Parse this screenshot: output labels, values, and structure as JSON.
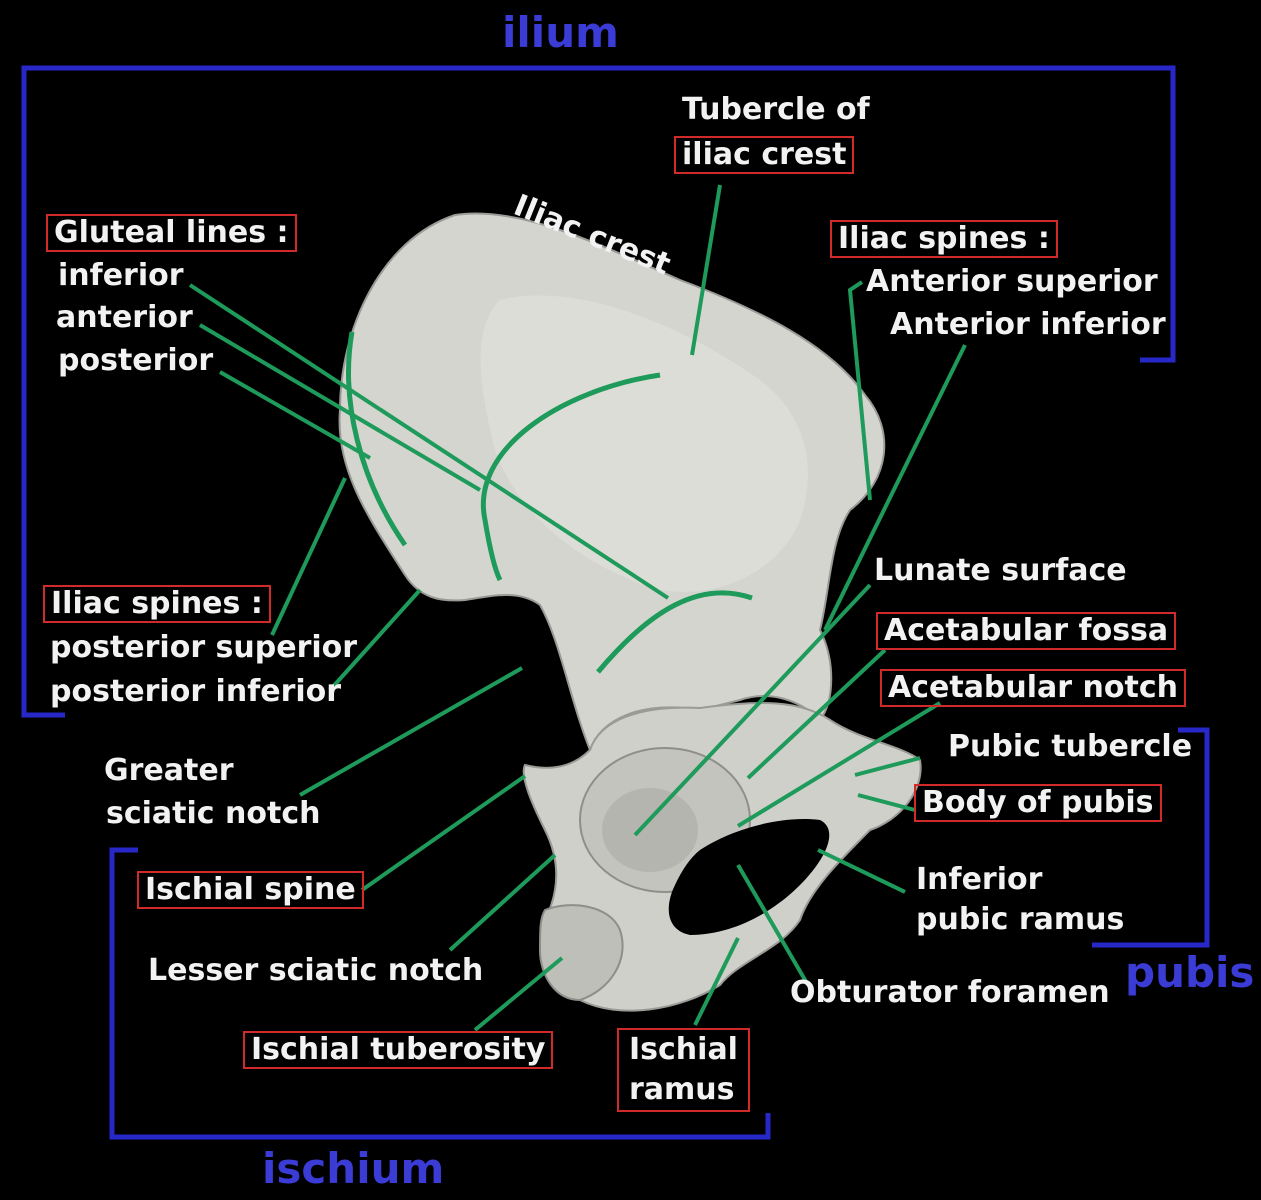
{
  "regions": {
    "ilium": "ilium",
    "ischium": "ischium",
    "pubis": "pubis"
  },
  "labels": {
    "tubercle_line1": "Tubercle of",
    "tubercle_line2": "iliac crest",
    "iliac_crest": "Iliac crest",
    "gluteal_lines": "Gluteal lines :",
    "gluteal_inferior": "inferior",
    "gluteal_anterior": "anterior",
    "gluteal_posterior": "posterior",
    "iliac_spines_right": "Iliac spines :",
    "anterior_superior": "Anterior superior",
    "anterior_inferior": "Anterior inferior",
    "iliac_spines_left": "Iliac spines :",
    "posterior_superior": "posterior superior",
    "posterior_inferior": "posterior inferior",
    "lunate_surface": "Lunate surface",
    "acetabular_fossa": "Acetabular fossa",
    "acetabular_notch": "Acetabular notch",
    "pubic_tubercle": "Pubic tubercle",
    "body_of_pubis": "Body of pubis",
    "inferior_pubic_ramus_line1": "Inferior",
    "inferior_pubic_ramus_line2": "pubic ramus",
    "obturator_foramen": "Obturator foramen",
    "greater_sciatic_line1": "Greater",
    "greater_sciatic_line2": "sciatic notch",
    "ischial_spine": "Ischial spine",
    "lesser_sciatic_notch": "Lesser sciatic notch",
    "ischial_tuberosity": "Ischial tuberosity",
    "ischial_ramus_line1": "Ischial",
    "ischial_ramus_line2": "ramus"
  },
  "colors": {
    "background": "#000000",
    "bone": "#d9d9d4",
    "leader": "#1e9a5a",
    "bracket": "#2828c8",
    "region_text": "#3b3bd6",
    "box_outline": "#d02a2a",
    "label_text": "#f2f2f2"
  }
}
